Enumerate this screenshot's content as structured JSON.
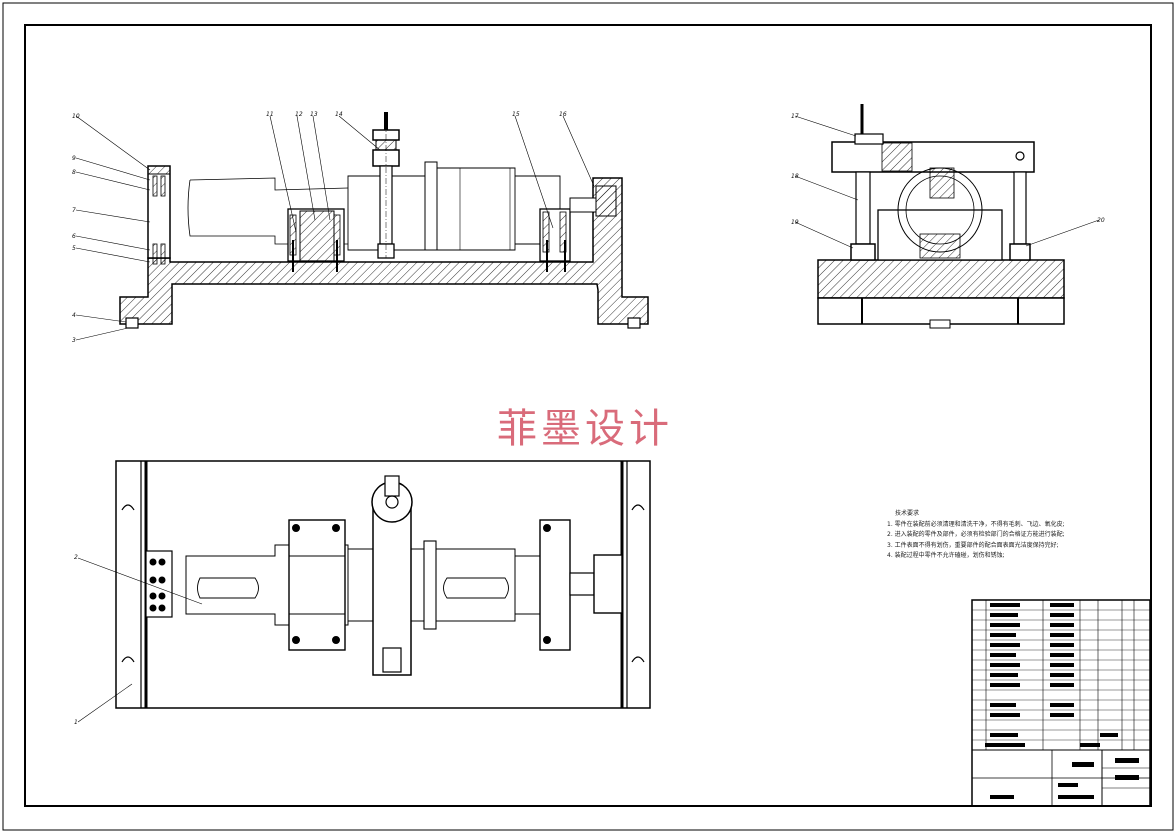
{
  "watermark": "菲墨设计",
  "notes": {
    "title": "技术要求",
    "lines": [
      "1. 零件在装配前必须清理和清洗干净，不得有毛刺、飞边、氧化皮;",
      "2. 进入装配的零件及部件，必须有检验部门的合格证方能进行装配;",
      "3. 工件表面不得有划伤，重要部件的配合面表面光洁度保持完好;",
      "4. 装配过程中零件不允许磕碰，划伤和锈蚀;"
    ]
  },
  "balloons": {
    "b1": "1",
    "b2": "2",
    "b3": "3",
    "b4": "4",
    "b5": "5",
    "b6": "6",
    "b7": "7",
    "b8": "8",
    "b9": "9",
    "b10": "10",
    "b11": "11",
    "b12": "12",
    "b13": "13",
    "b14": "14",
    "b15": "15",
    "b16": "16",
    "b17": "17",
    "b18": "18",
    "b19": "19",
    "b20": "20"
  }
}
